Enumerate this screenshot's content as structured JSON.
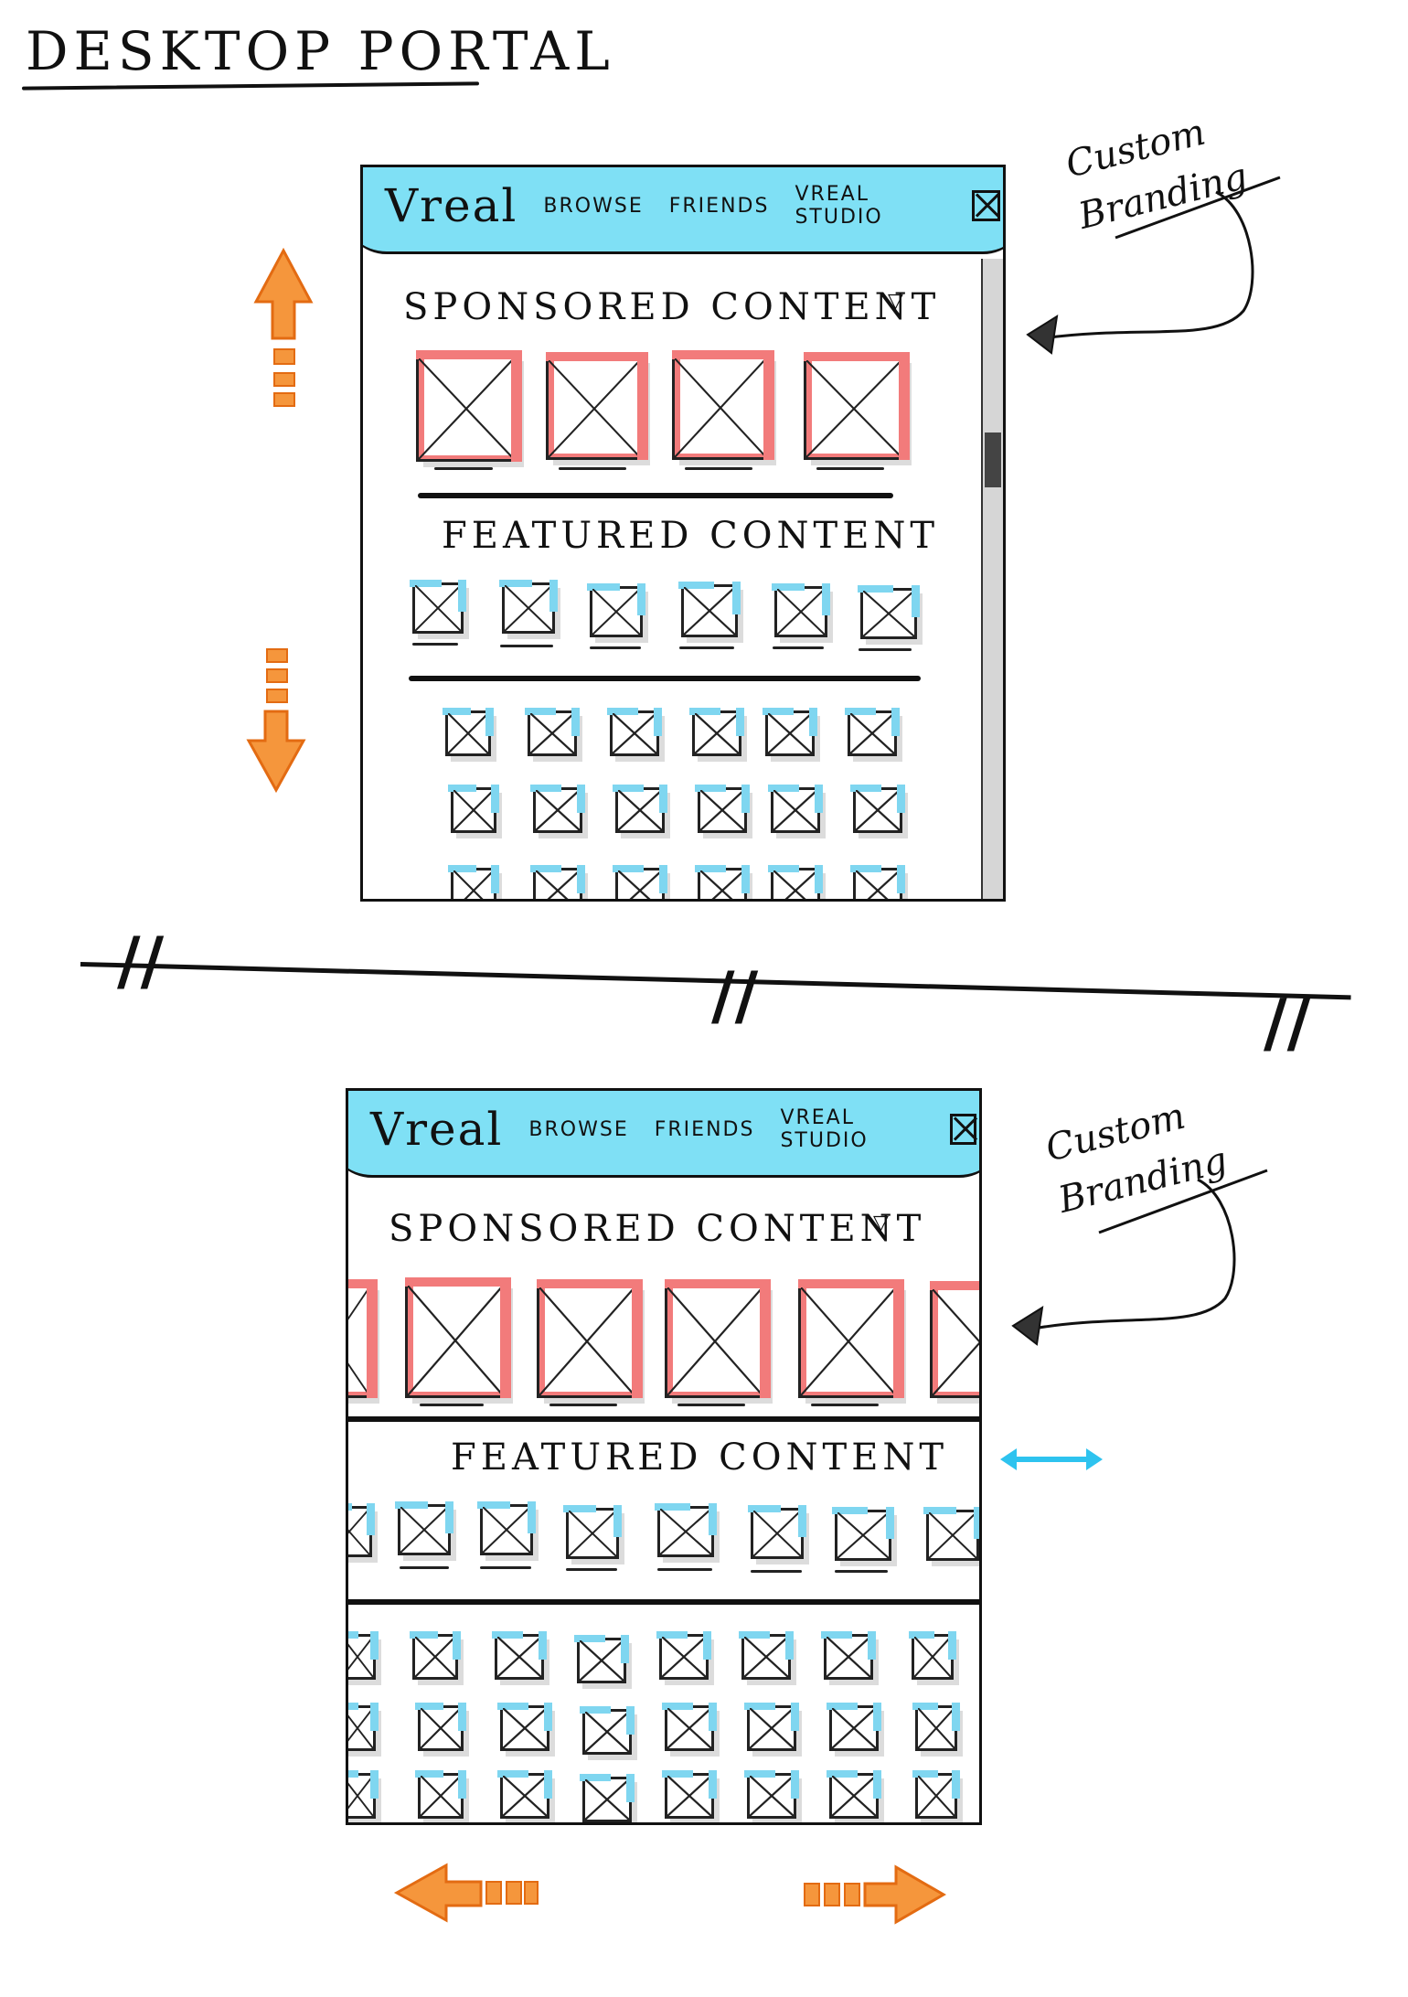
{
  "page": {
    "title": "DESKTOP PORTAL"
  },
  "mockups": [
    {
      "nav": {
        "logo": "Vreal",
        "items": [
          "BROWSE",
          "FRIENDS",
          "VREAL STUDIO"
        ]
      },
      "sections": {
        "sponsored": "SPONSORED CONTENT",
        "featured": "FEATURED CONTENT"
      },
      "annotation": "Custom Branding"
    },
    {
      "nav": {
        "logo": "Vreal",
        "items": [
          "BROWSE",
          "FRIENDS",
          "VREAL STUDIO"
        ]
      },
      "sections": {
        "sponsored": "SPONSORED CONTENT",
        "featured": "FEATURED CONTENT"
      },
      "annotation": "Custom Branding"
    }
  ],
  "colors": {
    "header": "#7fe0f5",
    "sponsored_accent": "#f27b7b",
    "thumb_accent": "#7fd6f0",
    "scroll_arrow": "#f5963c",
    "horizontal_arrow": "#2ec3ef",
    "status_dot": "#3fdc1a"
  },
  "icons": [
    "scroll-up-arrow-icon",
    "scroll-down-arrow-icon",
    "scroll-left-arrow-icon",
    "scroll-right-arrow-icon",
    "horizontal-scroll-icon",
    "pointer-arrow-icon",
    "placeholder-image-icon"
  ]
}
